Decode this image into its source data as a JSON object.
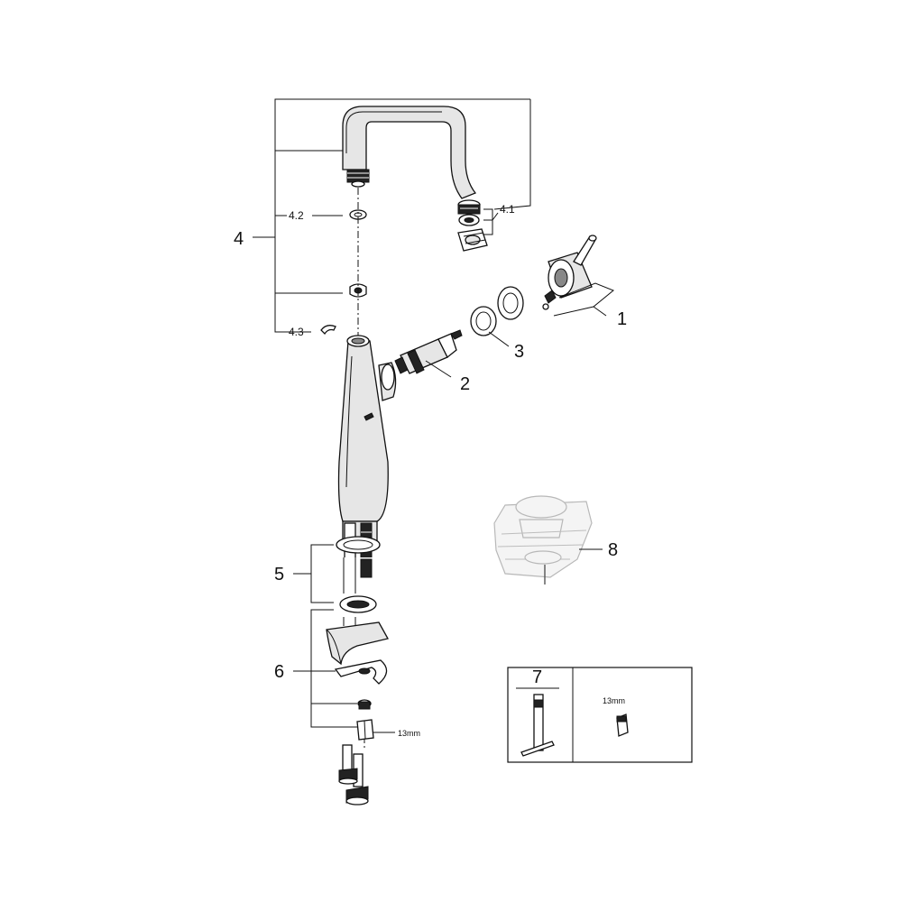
{
  "diagram": {
    "callouts": {
      "c1": "1",
      "c2": "2",
      "c3": "3",
      "c4": "4",
      "c41": "4.1",
      "c42": "4.2",
      "c43": "4.3",
      "c5": "5",
      "c6": "6",
      "c7": "7",
      "c8": "8"
    },
    "size_labels": {
      "nut": "13mm",
      "tool_box": "13mm"
    }
  }
}
